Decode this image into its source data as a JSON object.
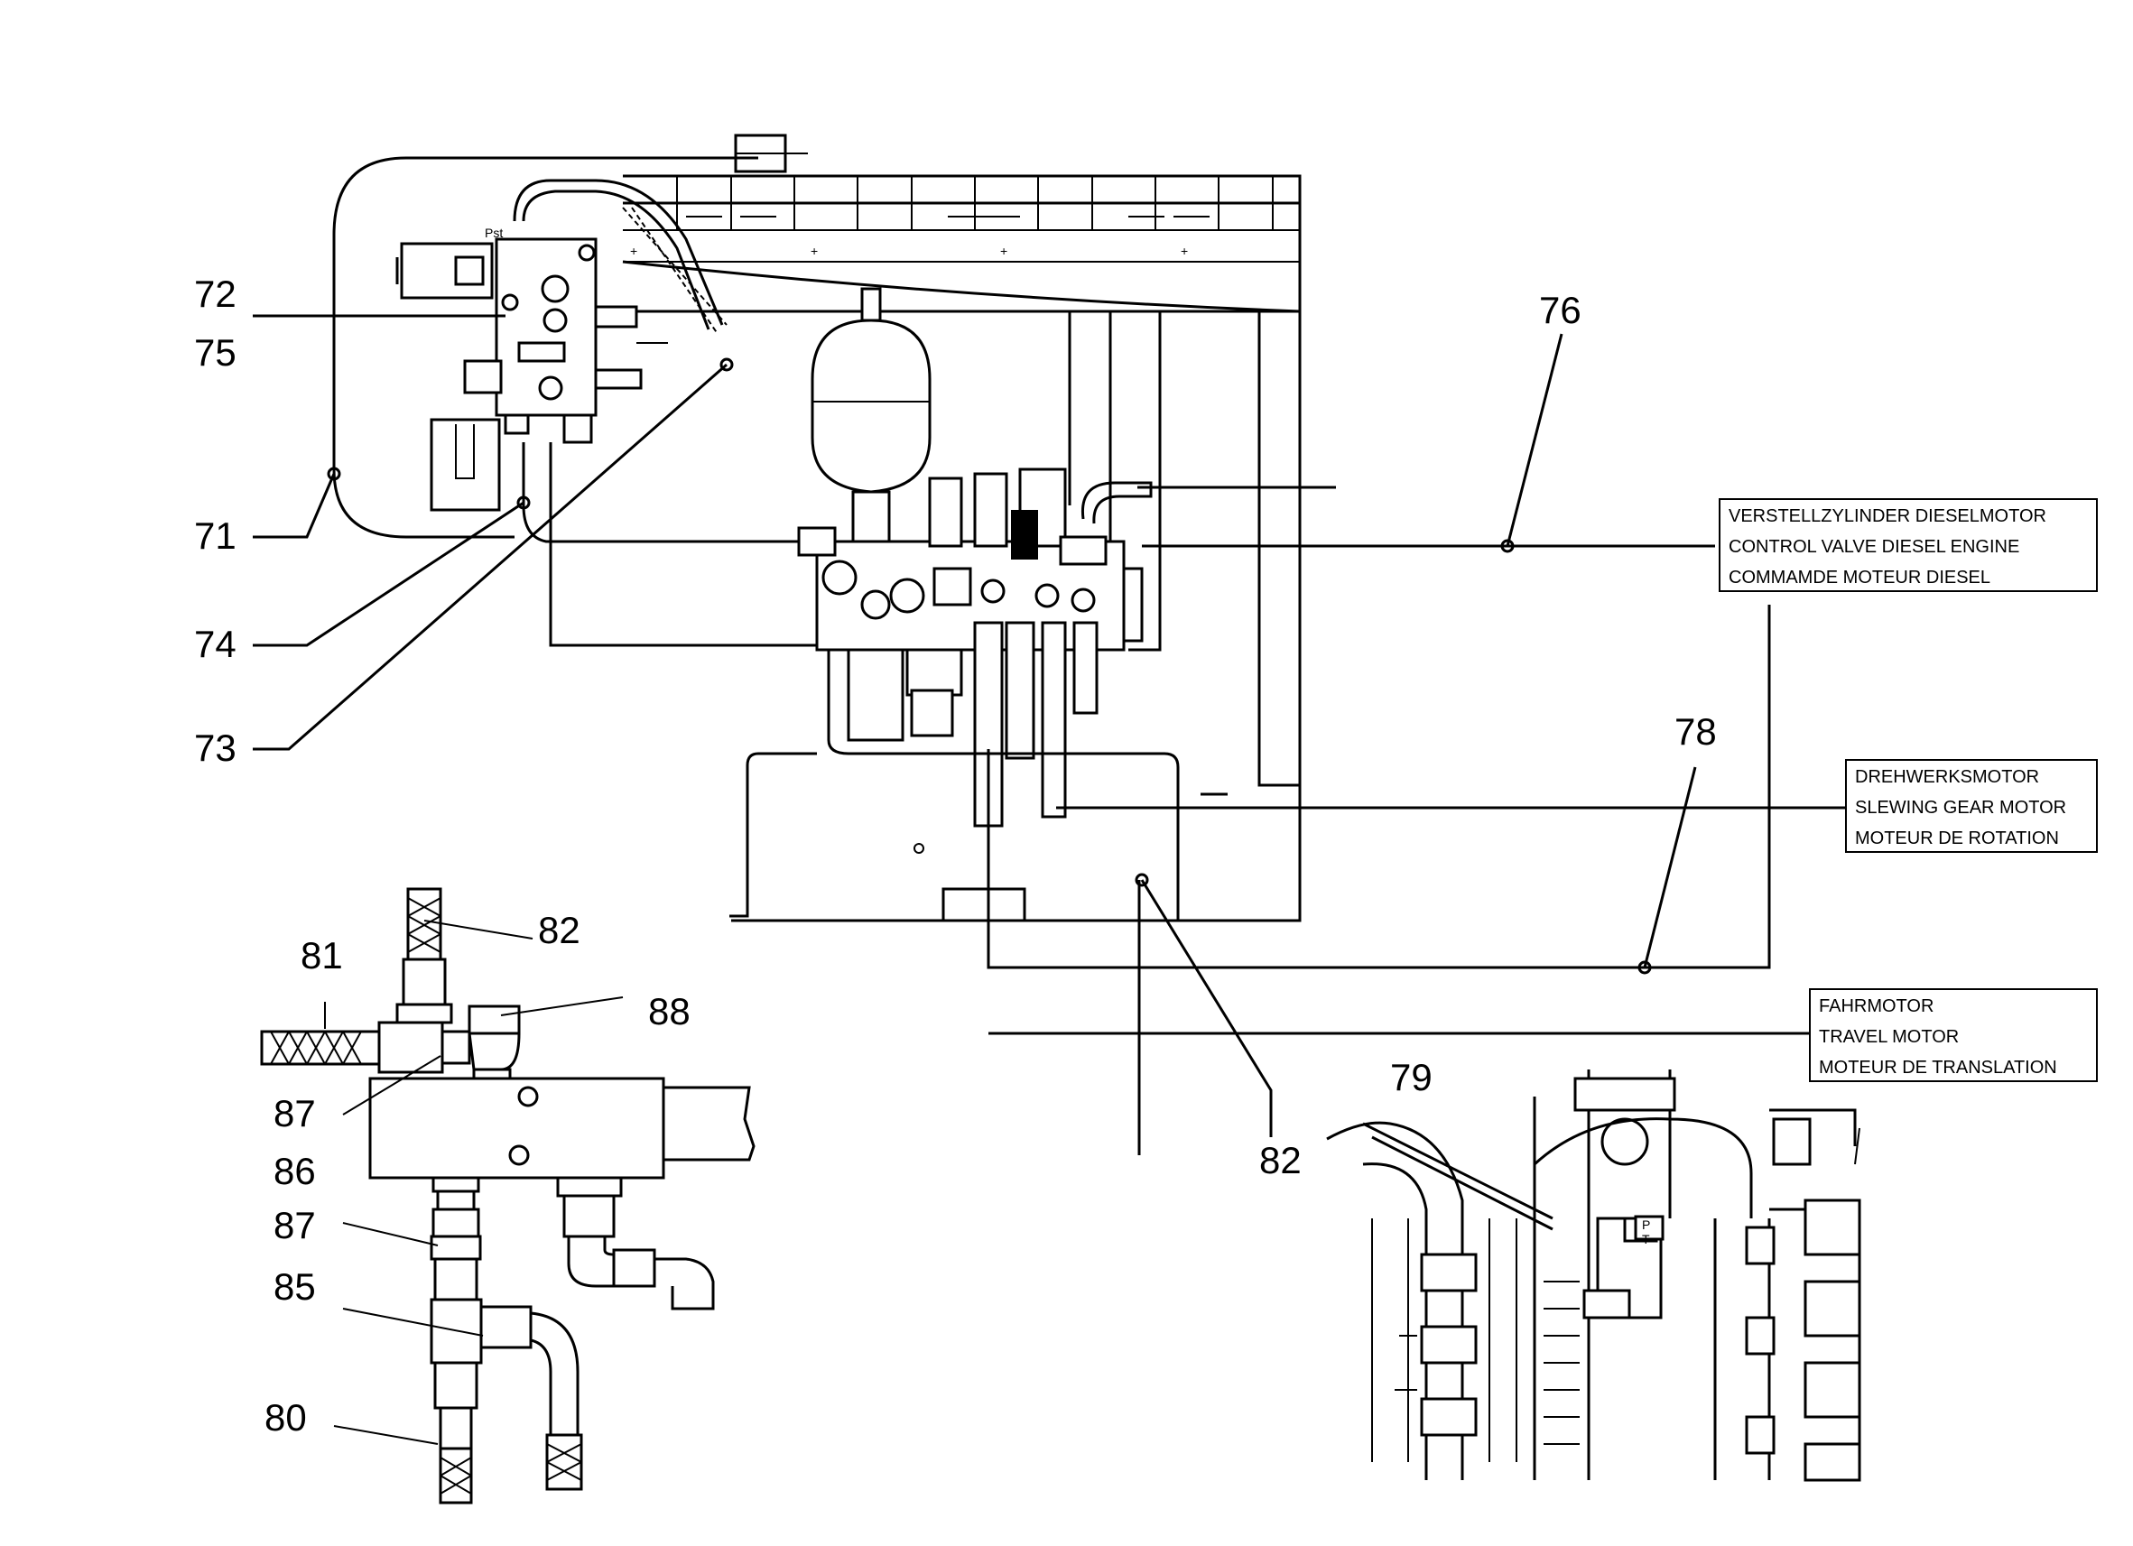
{
  "callouts": {
    "c72": "72",
    "c75": "75",
    "c71": "71",
    "c74": "74",
    "c73": "73",
    "c76": "76",
    "c78": "78",
    "c79": "79",
    "c82a": "82",
    "c82b": "82",
    "c81": "81",
    "c88": "88",
    "c87a": "87",
    "c86": "86",
    "c87b": "87",
    "c85": "85",
    "c80": "80"
  },
  "label_boxes": {
    "control_valve": {
      "line1": "VERSTELLZYLINDER DIESELMOTOR",
      "line2": "CONTROL VALVE DIESEL ENGINE",
      "line3": "COMMAMDE MOTEUR DIESEL"
    },
    "slewing": {
      "line1": "DREHWERKSMOTOR",
      "line2": "SLEWING GEAR MOTOR",
      "line3": "MOTEUR DE ROTATION"
    },
    "travel": {
      "line1": "FAHRMOTOR",
      "line2": "TRAVEL MOTOR",
      "line3": "MOTEUR DE TRANSLATION"
    }
  },
  "port_labels": {
    "pst": "Pst",
    "p": "P",
    "t": "T"
  }
}
